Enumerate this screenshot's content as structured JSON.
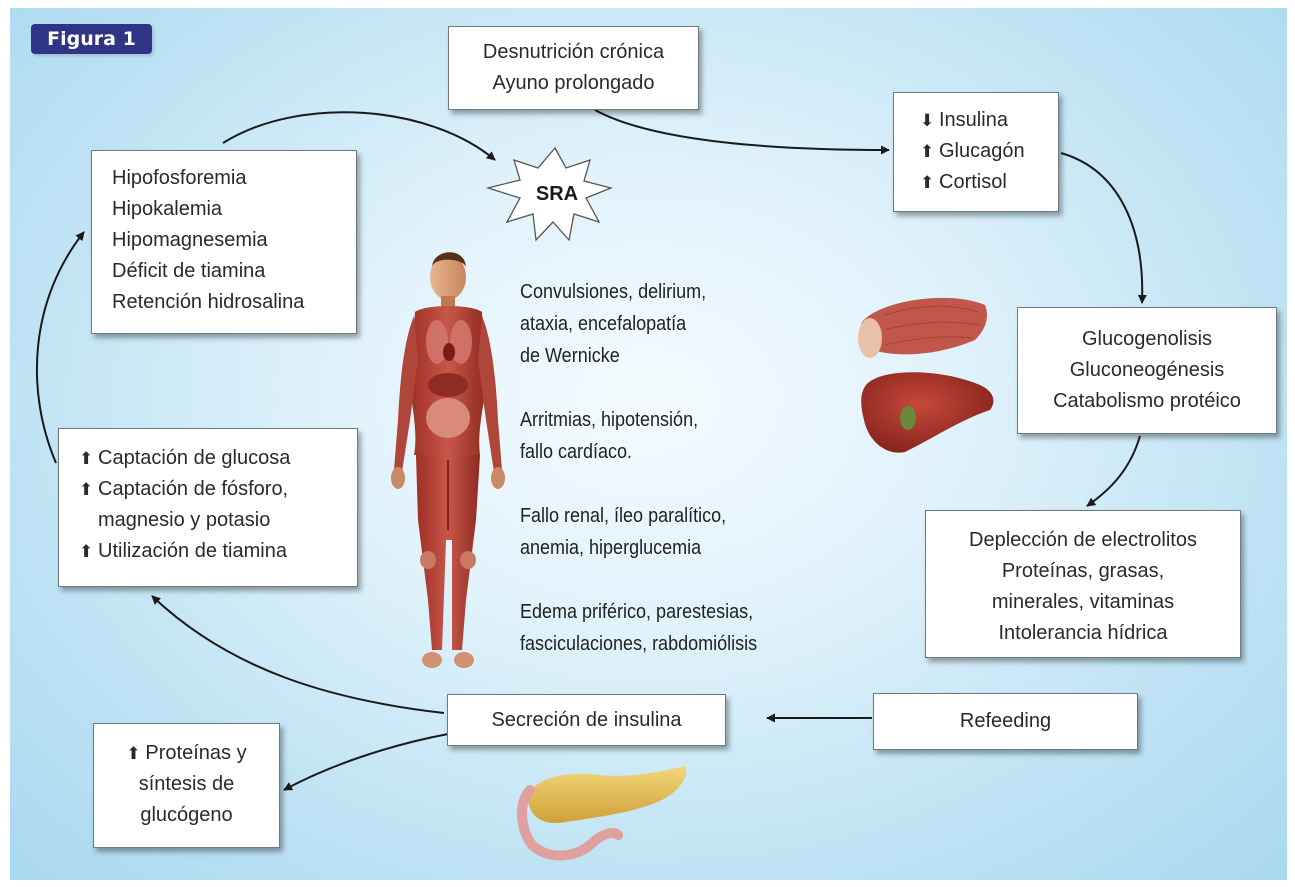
{
  "figure_label": "Figura 1",
  "center_label": "SRA",
  "boxes": {
    "desnutricion": [
      "Desnutrición crónica",
      "Ayuno prolongado"
    ],
    "hormonas": [
      {
        "arrow": "⬇",
        "text": "Insulina"
      },
      {
        "arrow": "⬆",
        "text": "Glucagón"
      },
      {
        "arrow": "⬆",
        "text": "Cortisol"
      }
    ],
    "glucogenolisis": [
      "Glucogenolisis",
      "Gluconeogénesis",
      "Catabolismo protéico"
    ],
    "deplecion": [
      "Deplección de electrolitos",
      "Proteínas, grasas,",
      "minerales, vitaminas",
      "Intolerancia hídrica"
    ],
    "refeeding": "Refeeding",
    "secrecion": "Secreción de insulina",
    "proteinas": {
      "arrow": "⬆",
      "lines": [
        "Proteínas y",
        "síntesis de",
        "glucógeno"
      ]
    },
    "captacion": [
      {
        "arrow": "⬆",
        "text": "Captación de glucosa"
      },
      {
        "arrow": "⬆",
        "text": "Captación de fósforo,"
      },
      {
        "arrow": "",
        "text": "magnesio y potasio"
      },
      {
        "arrow": "⬆",
        "text": "Utilización de tiamina"
      }
    ],
    "hipo": [
      "Hipofosforemia",
      "Hipokalemia",
      "Hipomagnesemia",
      "Déficit de tiamina",
      "Retención hidrosalina"
    ]
  },
  "symptoms": [
    [
      "Convulsiones, delirium,",
      "ataxia, encefalopatía",
      "de Wernicke"
    ],
    [
      "Arritmias, hipotensión,",
      "fallo cardíaco."
    ],
    [
      "Fallo renal, íleo paralítico,",
      "anemia, hiperglucemia"
    ],
    [
      "Edema priférico, parestesias,",
      "fasciculaciones, rabdomiólisis"
    ]
  ],
  "colors": {
    "badge": "#2f3486",
    "background": "#bfe3f4",
    "box_border": "#6f7a80",
    "arrow": "#1a1a1a",
    "muscle": "#b8473c",
    "liver": "#a0322a",
    "pancreas": "#e8c45a"
  }
}
